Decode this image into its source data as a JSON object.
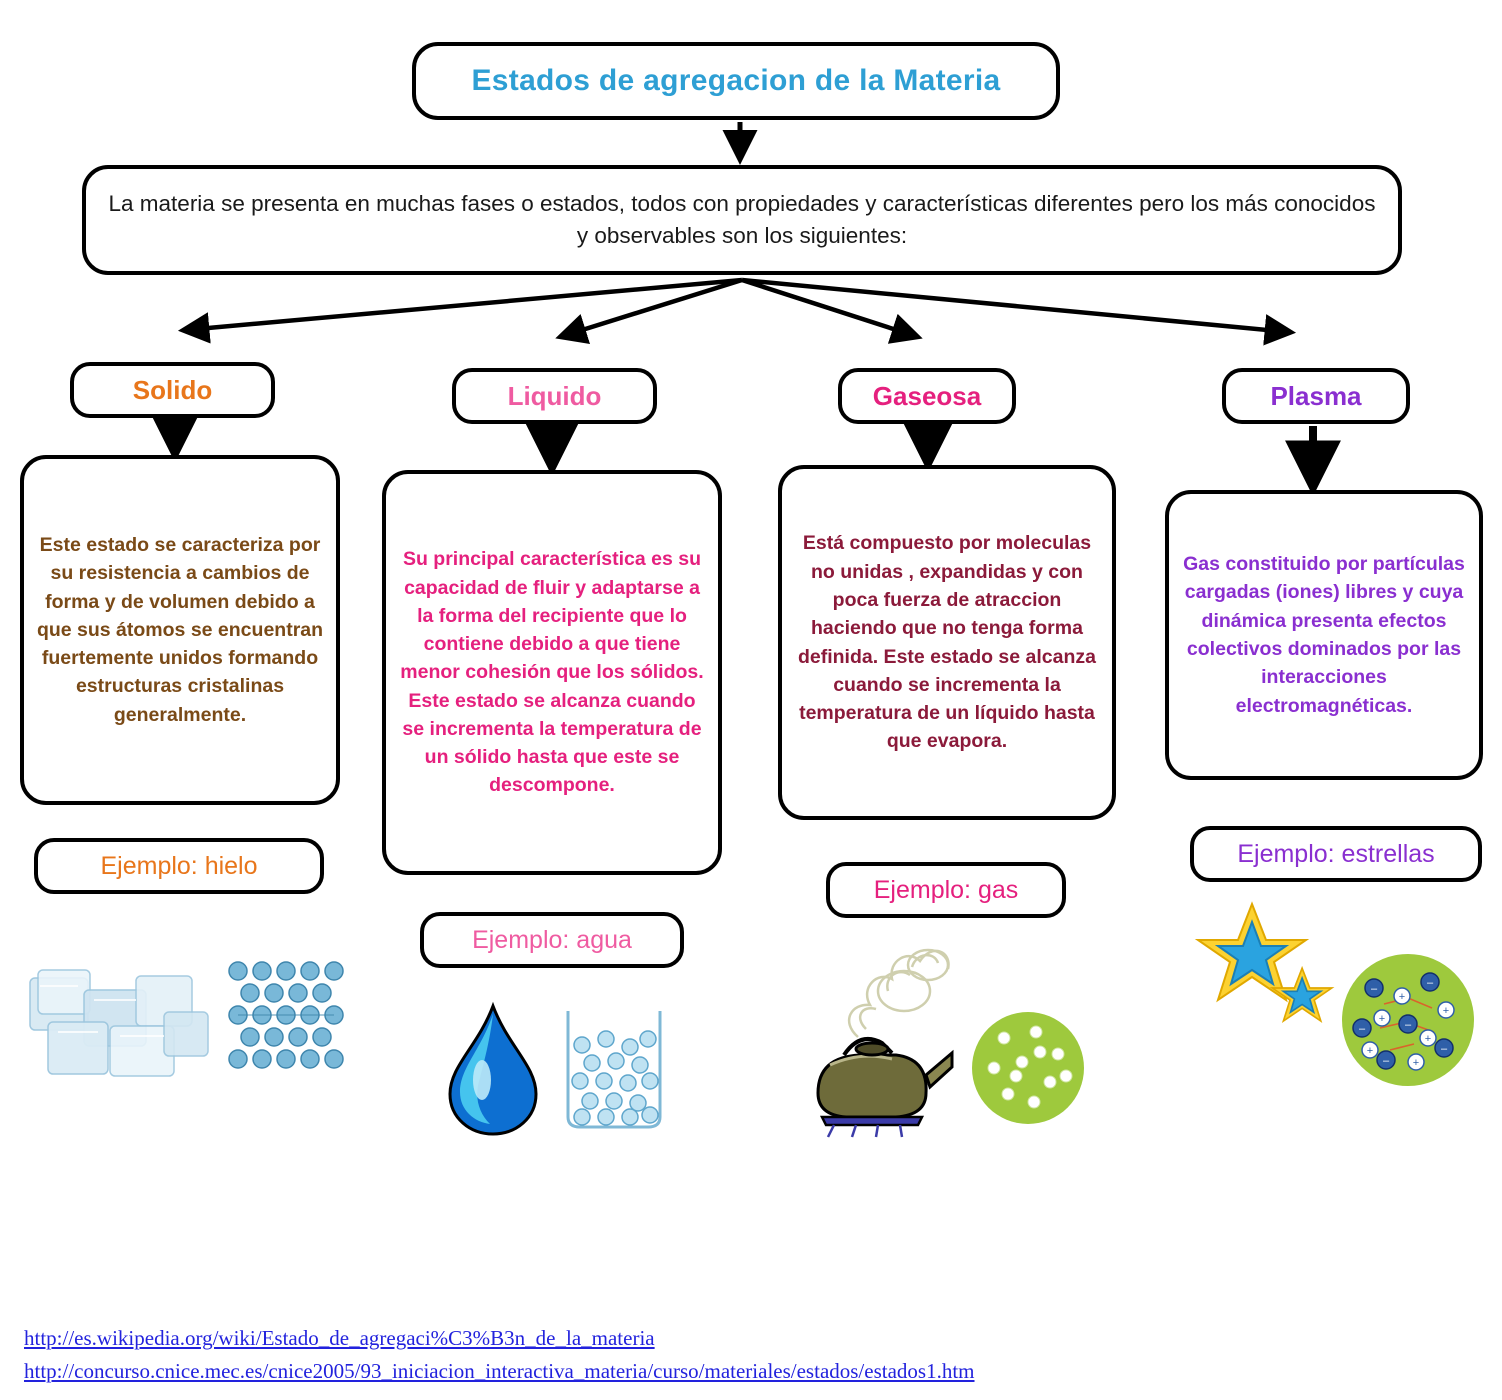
{
  "title": {
    "text": "Estados de agregacion de la  Materia",
    "color": "#2e9fd4"
  },
  "intro": {
    "text": "La materia se presenta en muchas fases o estados, todos con propiedades y características diferentes pero los más conocidos y observables son los siguientes:"
  },
  "states": [
    {
      "name": "Solido",
      "color": "#e8761b",
      "description": "Este estado se caracteriza por  su resistencia a cambios de forma y de volumen debido a que sus átomos se encuentran fuertemente unidos formando estructuras cristalinas generalmente.",
      "description_color": "#7a4a17",
      "example_label": "Ejemplo: hielo",
      "images": [
        "ice-cubes-photo",
        "solid-lattice-diagram"
      ]
    },
    {
      "name": "Liquido",
      "color": "#ef5ba1",
      "description": "Su principal característica es su capacidad de fluir y adaptarse a la forma del recipiente que lo contiene debido a que tiene menor cohesión que los sólidos. Este estado se alcanza cuando se incrementa la temperatura de un sólido hasta que este se descompone.",
      "description_color": "#e5207e",
      "example_label": "Ejemplo: agua",
      "images": [
        "water-drop-icon",
        "beaker-with-particles-diagram"
      ]
    },
    {
      "name": "Gaseosa",
      "color": "#e5207e",
      "description": "Está compuesto por moleculas no unidas , expandidas y con poca fuerza de atraccion haciendo que no tenga forma definida. Este estado se alcanza cuando se incrementa la temperatura de un líquido hasta que evapora.",
      "description_color": "#8b1a3a",
      "example_label": "Ejemplo: gas",
      "images": [
        "steaming-kettle-illustration",
        "gas-particles-circle-diagram"
      ]
    },
    {
      "name": "Plasma",
      "color": "#8a2fd0",
      "description": "Gas constituido por partículas cargadas (iones) libres y cuya dinámica presenta efectos colectivos dominados por las interacciones electromagnéticas.",
      "description_color": "#8a2fd0",
      "example_label": "Ejemplo: estrellas",
      "images": [
        "stars-icon",
        "plasma-ions-circle-diagram"
      ]
    }
  ],
  "links": [
    "http://es.wikipedia.org/wiki/Estado_de_agregaci%C3%B3n_de_la_materia",
    "http://concurso.cnice.mec.es/cnice2005/93_iniciacion_interactiva_materia/curso/materiales/estados/estados1.htm"
  ]
}
